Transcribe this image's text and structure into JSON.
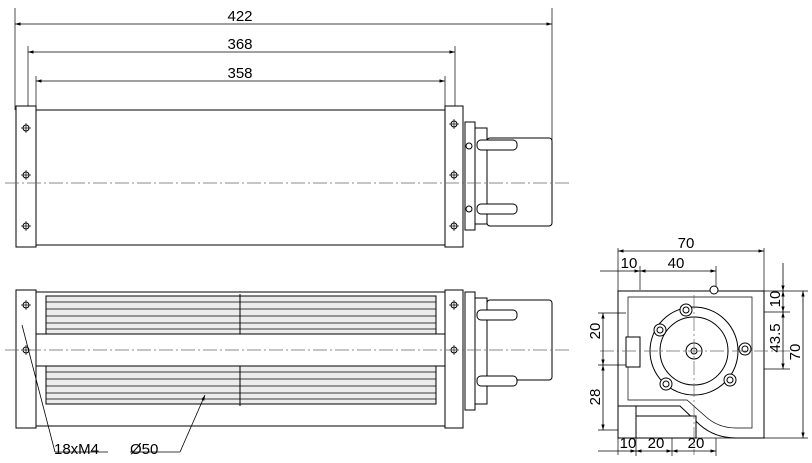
{
  "dimensions": {
    "overall_length": "422",
    "length_368": "368",
    "length_358": "358",
    "screws": "18xM4",
    "diameter": "Ø50",
    "side_width": "70",
    "side_10_top": "10",
    "side_40": "40",
    "side_20_left": "20",
    "side_28": "28",
    "side_10_bottom": "10",
    "side_20_b1": "20",
    "side_20_b2": "20",
    "side_10_right": "10",
    "side_43_5": "43.5",
    "side_height": "70"
  }
}
